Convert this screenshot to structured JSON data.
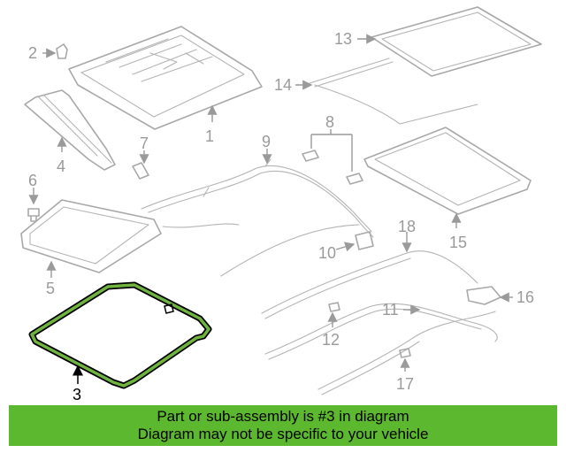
{
  "diagram": {
    "callouts": [
      "1",
      "2",
      "3",
      "4",
      "5",
      "6",
      "7",
      "8",
      "9",
      "10",
      "11",
      "12",
      "13",
      "14",
      "15",
      "16",
      "17",
      "18"
    ],
    "highlighted_callout": "3",
    "colors": {
      "part_outline": "#a8a8a8",
      "label": "#9a9a9a",
      "highlight_fill": "#6fb43f",
      "highlight_stroke": "#000000",
      "banner": "#5cb82e"
    }
  },
  "banner": {
    "line1": "Part or sub-assembly is #3 in diagram",
    "line2": "Diagram may not be specific to your vehicle"
  }
}
